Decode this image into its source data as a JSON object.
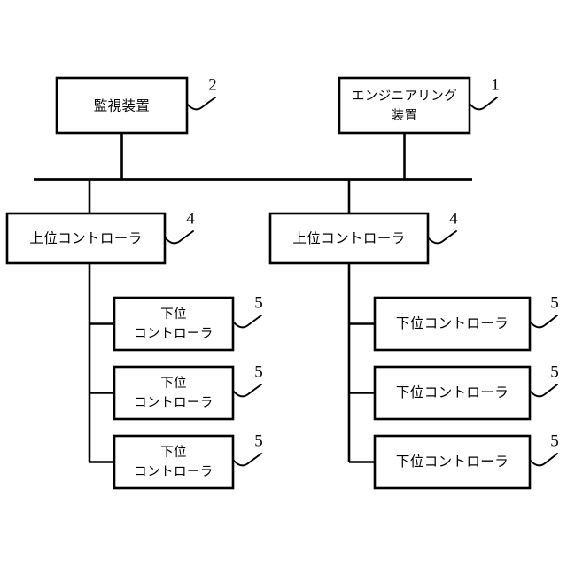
{
  "diagram": {
    "type": "system-architecture-block-diagram",
    "background_color": "#ffffff",
    "line_color": "#000000",
    "nodes": {
      "monitoring_device": {
        "label": "監視装置",
        "reference_numeral": "2",
        "lines": [
          "監視装置"
        ]
      },
      "engineering_device": {
        "label": "エンジニアリング装置",
        "reference_numeral": "1",
        "lines": [
          "エンジニアリング",
          "装置"
        ]
      },
      "upper_controller_left": {
        "label": "上位コントローラ",
        "reference_numeral": "4",
        "lines": [
          "上位コントローラ"
        ]
      },
      "upper_controller_right": {
        "label": "上位コントローラ",
        "reference_numeral": "4",
        "lines": [
          "上位コントローラ"
        ]
      },
      "lower_controllers_left": [
        {
          "label": "下位コントローラ",
          "reference_numeral": "5",
          "lines": [
            "下位",
            "コントローラ"
          ]
        },
        {
          "label": "下位コントローラ",
          "reference_numeral": "5",
          "lines": [
            "下位",
            "コントローラ"
          ]
        },
        {
          "label": "下位コントローラ",
          "reference_numeral": "5",
          "lines": [
            "下位",
            "コントローラ"
          ]
        }
      ],
      "lower_controllers_right": [
        {
          "label": "下位コントローラ",
          "reference_numeral": "5",
          "lines": [
            "下位コントローラ"
          ]
        },
        {
          "label": "下位コントローラ",
          "reference_numeral": "5",
          "lines": [
            "下位コントローラ"
          ]
        },
        {
          "label": "下位コントローラ",
          "reference_numeral": "5",
          "lines": [
            "下位コントローラ"
          ]
        }
      ]
    }
  }
}
